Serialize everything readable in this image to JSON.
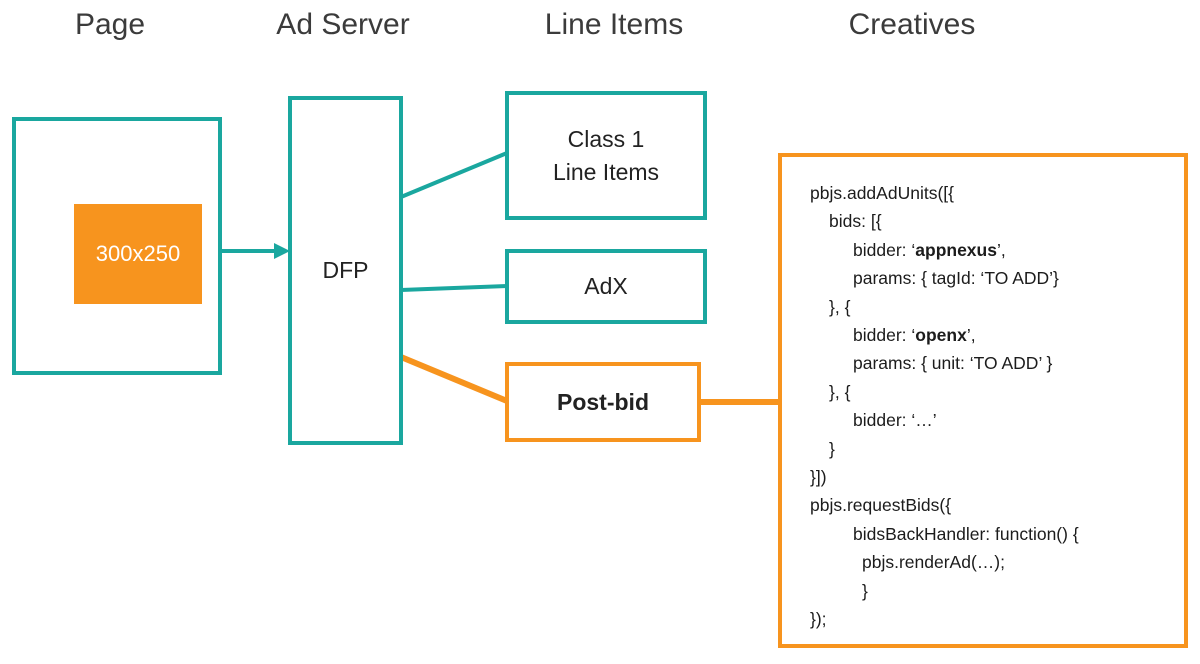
{
  "headers": [
    "Page",
    "Ad Server",
    "Line Items",
    "Creatives"
  ],
  "page": {
    "ad_slot": "300x250"
  },
  "ad_server": {
    "label": "DFP"
  },
  "line_items": {
    "class1": "Class 1\nLine Items",
    "adx": "AdX",
    "post_bid": "Post-bid"
  },
  "creatives": {
    "code": [
      {
        "indent": 0,
        "segments": [
          {
            "text": "pbjs.addAdUnits([{",
            "bold": false
          }
        ]
      },
      {
        "indent": 1,
        "segments": [
          {
            "text": "bids: [{",
            "bold": false
          }
        ]
      },
      {
        "indent": 2,
        "segments": [
          {
            "text": "bidder: ‘",
            "bold": false
          },
          {
            "text": "appnexus",
            "bold": true
          },
          {
            "text": "’,",
            "bold": false
          }
        ]
      },
      {
        "indent": 2,
        "segments": [
          {
            "text": "params: { tagId: ‘TO ADD’}",
            "bold": false
          }
        ]
      },
      {
        "indent": 1,
        "segments": [
          {
            "text": "}, {",
            "bold": false
          }
        ]
      },
      {
        "indent": 2,
        "segments": [
          {
            "text": "bidder: ‘",
            "bold": false
          },
          {
            "text": "openx",
            "bold": true
          },
          {
            "text": "’,",
            "bold": false
          }
        ]
      },
      {
        "indent": 2,
        "segments": [
          {
            "text": "params: { unit: ‘TO ADD’ }",
            "bold": false
          }
        ]
      },
      {
        "indent": 1,
        "segments": [
          {
            "text": "}, {",
            "bold": false
          }
        ]
      },
      {
        "indent": 2,
        "segments": [
          {
            "text": "bidder: ‘…’",
            "bold": false
          }
        ]
      },
      {
        "indent": 1,
        "segments": [
          {
            "text": "}",
            "bold": false
          }
        ]
      },
      {
        "indent": 0,
        "segments": [
          {
            "text": "}])",
            "bold": false
          }
        ]
      },
      {
        "indent": 0,
        "segments": [
          {
            "text": "pbjs.requestBids({",
            "bold": false
          }
        ]
      },
      {
        "indent": 2,
        "segments": [
          {
            "text": "bidsBackHandler: function() {",
            "bold": false
          }
        ]
      },
      {
        "indent": 3,
        "segments": [
          {
            "text": "pbjs.renderAd(…);",
            "bold": false
          }
        ]
      },
      {
        "indent": 3,
        "segments": [
          {
            "text": "}",
            "bold": false
          }
        ]
      },
      {
        "indent": 0,
        "segments": [
          {
            "text": "});",
            "bold": false
          }
        ]
      }
    ]
  },
  "colors": {
    "teal": "#1aa79f",
    "orange": "#f7941e"
  }
}
